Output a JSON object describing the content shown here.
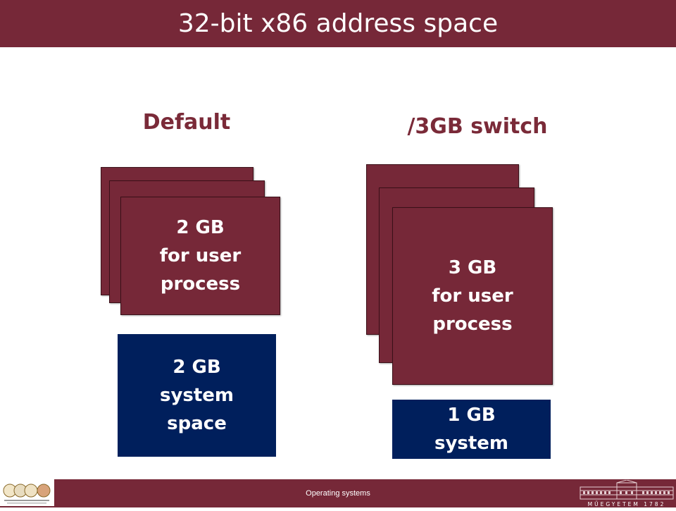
{
  "slide": {
    "title": "32-bit x86 address space"
  },
  "columns": [
    {
      "heading": "Default",
      "user": {
        "line1": "2 GB",
        "line2": "for user",
        "line3": "process"
      },
      "system": {
        "line1": "2 GB",
        "line2": "system",
        "line3": "space"
      }
    },
    {
      "heading": "/3GB switch",
      "user": {
        "line1": "3 GB",
        "line2": "for user",
        "line3": "process"
      },
      "system": {
        "line1": "1 GB",
        "line2": "system"
      }
    }
  ],
  "footer": {
    "text": "Operating systems",
    "right_logo_text": "MŰEGYETEM 1782"
  },
  "colors": {
    "accent": "#762838",
    "system_blue": "#001f5c",
    "heading": "#7a2a38"
  }
}
